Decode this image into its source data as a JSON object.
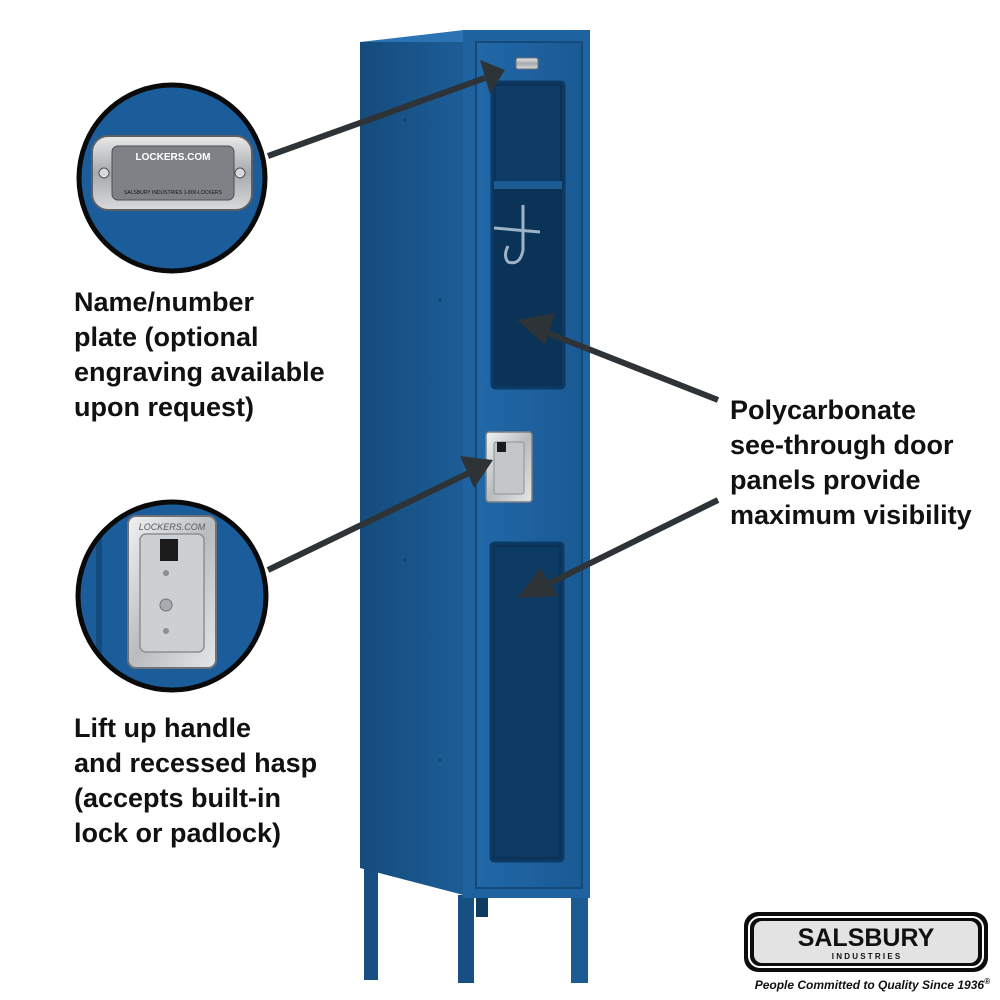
{
  "callouts": {
    "nameplate": {
      "caption": "Name/number\nplate (optional\nengraving available\nupon request)",
      "plate_top": "LOCKERS.COM",
      "plate_bottom": "SALSBURY INDUSTRIES   1-800-LOCKERS"
    },
    "handle": {
      "caption": "Lift up handle\nand recessed hasp\n(accepts built-in\nlock or padlock)",
      "handle_text": "LOCKERS.COM"
    },
    "door_panels": {
      "caption": "Polycarbonate\nsee-through door\npanels provide\nmaximum visibility"
    }
  },
  "brand": {
    "logo_word": "SALSBURY",
    "logo_sub": "I N D U S T R I E S",
    "tagline": "People Committed to Quality Since 1936",
    "registered_mark": "®"
  },
  "colors": {
    "locker_blue": "#1d5f9a",
    "locker_dark": "#0e3b63",
    "window_dark": "#0a2f52",
    "callout_border": "#0a0a0a",
    "arrow": "#3a3f44"
  }
}
